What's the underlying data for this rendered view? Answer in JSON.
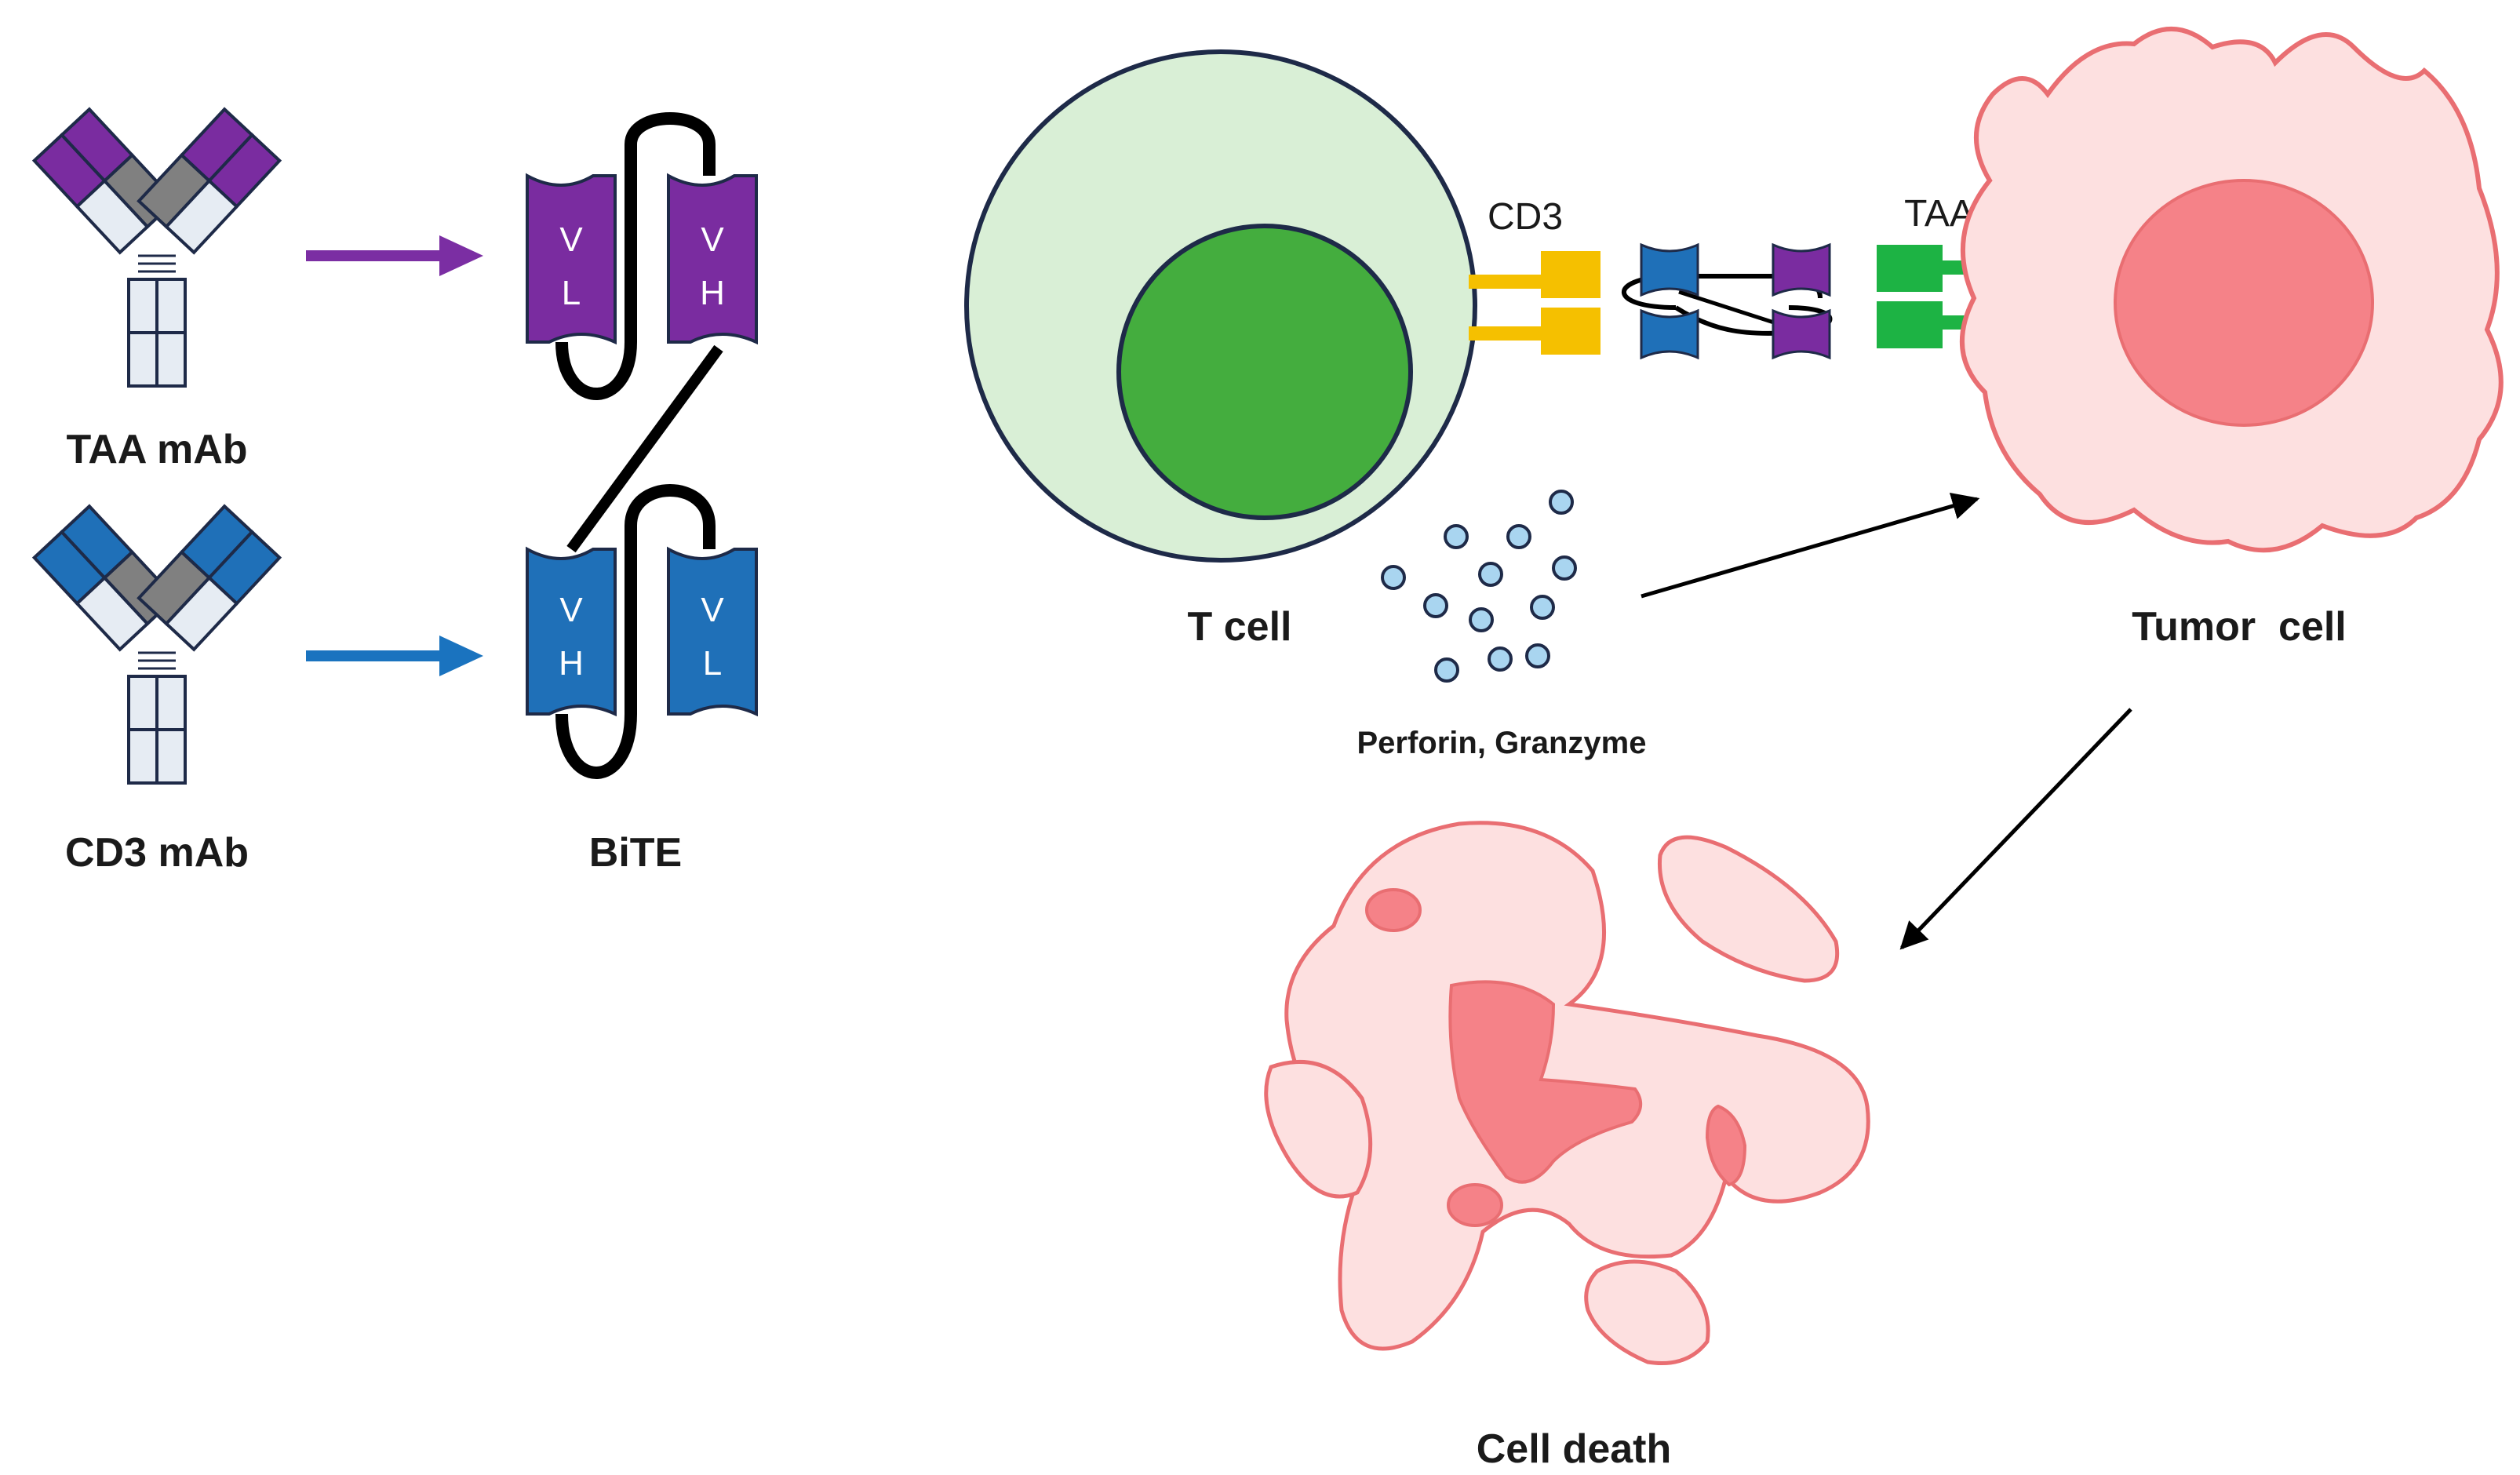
{
  "labels": {
    "taa_mab": "TAA mAb",
    "cd3_mab": "CD3 mAb",
    "bite": "BiTE",
    "t_cell": "T cell",
    "perforin_granzyme": "Perforin, Granzyme",
    "tumor_cell": "Tumor  cell",
    "cell_death": "Cell death",
    "cd3": "CD3",
    "taa": "TAA"
  },
  "domains": {
    "top_left": [
      "V",
      "L"
    ],
    "top_right": [
      "V",
      "H"
    ],
    "bot_left": [
      "V",
      "H"
    ],
    "bot_right": [
      "V",
      "L"
    ]
  },
  "colors": {
    "purple": "#7a2ca0",
    "blue": "#1f70b8",
    "arrow_purple": "#7b2ea3",
    "arrow_blue": "#1a73bf",
    "t_cell_outer": "#d9efd6",
    "t_cell_nucleus": "#44ad3e",
    "cd3_receptor": "#f5c000",
    "taa_receptor": "#1db344",
    "tumor_fill": "#fde0e0",
    "tumor_stroke": "#e96e72",
    "tumor_nucleus": "#f58288",
    "granule": "#a9d5f0",
    "antibody_light": "#e6ecf3",
    "antibody_gray": "#808080"
  }
}
